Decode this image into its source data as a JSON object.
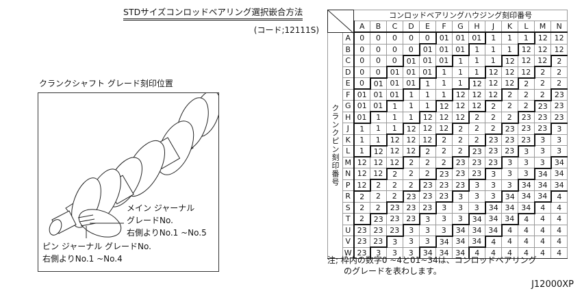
{
  "title": "STDサイズコンロッドベアリング選択嵌合方法",
  "code": "(コード;12111S)",
  "crank_caption": "クランクシャフト グレード刻印位置",
  "main_journal": {
    "line1": "メイン ジャーナル",
    "line2": "グレードNo.",
    "line3": "右側よりNo.1 ~No.5"
  },
  "pin_journal": {
    "line1": "ピン ジャーナル グレードNo.",
    "line2": "右側よりNo.1 ~No.4"
  },
  "table": {
    "col_header": "コンロッドベアリングハウジング刻印番号",
    "row_header": "クランクピン刻印番号",
    "columns": [
      "A",
      "B",
      "C",
      "D",
      "E",
      "F",
      "G",
      "H",
      "J",
      "K",
      "L",
      "M",
      "N"
    ],
    "rows": [
      {
        "label": "A",
        "values": [
          "0",
          "0",
          "0",
          "0",
          "0",
          "01",
          "01",
          "01",
          "1",
          "1",
          "1",
          "12",
          "12"
        ]
      },
      {
        "label": "B",
        "values": [
          "0",
          "0",
          "0",
          "0",
          "01",
          "01",
          "01",
          "1",
          "1",
          "1",
          "12",
          "12",
          "12"
        ]
      },
      {
        "label": "C",
        "values": [
          "0",
          "0",
          "0",
          "01",
          "01",
          "01",
          "1",
          "1",
          "1",
          "12",
          "12",
          "12",
          "2"
        ]
      },
      {
        "label": "D",
        "values": [
          "0",
          "0",
          "01",
          "01",
          "01",
          "1",
          "1",
          "1",
          "12",
          "12",
          "12",
          "2",
          "2"
        ]
      },
      {
        "label": "E",
        "values": [
          "0",
          "01",
          "01",
          "01",
          "1",
          "1",
          "1",
          "12",
          "12",
          "12",
          "2",
          "2",
          "2"
        ]
      },
      {
        "label": "F",
        "values": [
          "01",
          "01",
          "01",
          "1",
          "1",
          "1",
          "12",
          "12",
          "12",
          "2",
          "2",
          "2",
          "23"
        ]
      },
      {
        "label": "G",
        "values": [
          "01",
          "01",
          "1",
          "1",
          "1",
          "12",
          "12",
          "12",
          "2",
          "2",
          "2",
          "23",
          "23"
        ]
      },
      {
        "label": "H",
        "values": [
          "01",
          "1",
          "1",
          "1",
          "12",
          "12",
          "12",
          "2",
          "2",
          "2",
          "23",
          "23",
          "23"
        ]
      },
      {
        "label": "J",
        "values": [
          "1",
          "1",
          "1",
          "12",
          "12",
          "12",
          "2",
          "2",
          "2",
          "23",
          "23",
          "23",
          "3"
        ]
      },
      {
        "label": "K",
        "values": [
          "1",
          "1",
          "12",
          "12",
          "12",
          "2",
          "2",
          "2",
          "23",
          "23",
          "23",
          "3",
          "3"
        ]
      },
      {
        "label": "L",
        "values": [
          "1",
          "12",
          "12",
          "12",
          "2",
          "2",
          "2",
          "23",
          "23",
          "23",
          "3",
          "3",
          "3"
        ]
      },
      {
        "label": "M",
        "values": [
          "12",
          "12",
          "12",
          "2",
          "2",
          "2",
          "23",
          "23",
          "23",
          "3",
          "3",
          "3",
          "34"
        ]
      },
      {
        "label": "N",
        "values": [
          "12",
          "12",
          "2",
          "2",
          "2",
          "23",
          "23",
          "23",
          "3",
          "3",
          "3",
          "34",
          "34"
        ]
      },
      {
        "label": "P",
        "values": [
          "12",
          "2",
          "2",
          "2",
          "23",
          "23",
          "23",
          "3",
          "3",
          "3",
          "34",
          "34",
          "34"
        ]
      },
      {
        "label": "R",
        "values": [
          "2",
          "2",
          "2",
          "23",
          "23",
          "23",
          "3",
          "3",
          "3",
          "34",
          "34",
          "34",
          "4"
        ]
      },
      {
        "label": "S",
        "values": [
          "2",
          "2",
          "23",
          "23",
          "23",
          "3",
          "3",
          "3",
          "34",
          "34",
          "34",
          "4",
          "4"
        ]
      },
      {
        "label": "T",
        "values": [
          "2",
          "23",
          "23",
          "23",
          "3",
          "3",
          "3",
          "34",
          "34",
          "34",
          "4",
          "4",
          "4"
        ]
      },
      {
        "label": "U",
        "values": [
          "23",
          "23",
          "23",
          "3",
          "3",
          "3",
          "34",
          "34",
          "34",
          "4",
          "4",
          "4",
          "4"
        ]
      },
      {
        "label": "V",
        "values": [
          "23",
          "23",
          "3",
          "3",
          "3",
          "34",
          "34",
          "34",
          "4",
          "4",
          "4",
          "4",
          "4"
        ]
      },
      {
        "label": "W",
        "values": [
          "23",
          "3",
          "3",
          "3",
          "34",
          "34",
          "34",
          "4",
          "4",
          "4",
          "4",
          "4",
          "4"
        ]
      }
    ]
  },
  "note": {
    "line1": "注; 枠内の数字0 ~4と01~34は、コンロッドベアリング",
    "line2": "　　のグレードを表わします。"
  },
  "figure_id": "J12000XP"
}
